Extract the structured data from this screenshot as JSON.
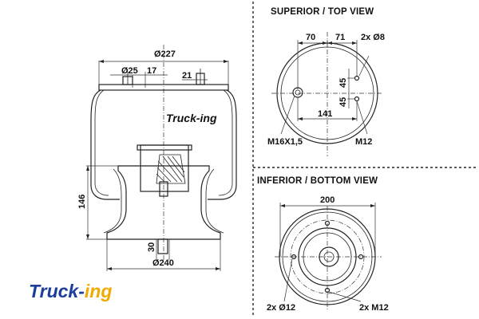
{
  "side_view": {
    "dims": {
      "top_diameter": "Ø227",
      "stud_diameter": "Ø25",
      "offset_17": "17",
      "offset_21": "21",
      "height": "146",
      "base_offset": "30",
      "base_diameter": "Ø240"
    },
    "brand_mark": "Truck-ing"
  },
  "top_view": {
    "heading": "SUPERIOR / TOP VIEW",
    "dims": {
      "left_offset": "70",
      "right_offset": "71",
      "holes": "2x Ø8",
      "half_pitch_upper": "45",
      "half_pitch_lower": "45",
      "span": "141",
      "left_thread": "M16X1,5",
      "right_thread": "M12"
    }
  },
  "bottom_view": {
    "heading": "INFERIOR / BOTTOM VIEW",
    "dims": {
      "diameter": "200",
      "holes": "2x Ø12",
      "threads": "2x M12"
    }
  },
  "logo": {
    "text_main": "Truck-",
    "text_accent": "ing",
    "color_main": "#1b3d9c",
    "color_accent": "#f2a900"
  },
  "colors": {
    "line": "#222222",
    "background": "#ffffff"
  }
}
